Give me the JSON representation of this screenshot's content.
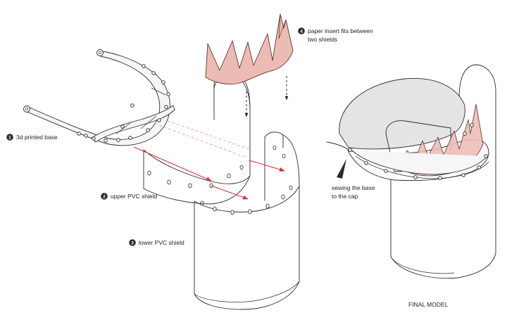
{
  "labels": {
    "base": "3d printed base",
    "upper": "upper PVC shield",
    "lower": "lower PVC shield",
    "insert_l1": "paper insert fits between",
    "insert_l2": "two shields",
    "sewing_l1": "sewing the base",
    "sewing_l2": "to the cap",
    "final": "FINAL MODEL"
  },
  "steps": {
    "one": "1",
    "two": "2",
    "three": "3",
    "four": "4"
  },
  "colors": {
    "paper_fill": "#ecbcb4",
    "paper_stroke": "#b06a5e",
    "arrow_red": "#d9323a",
    "dash_pink": "#ee9a9a",
    "cap_gray": "#e4e4e4",
    "line": "#2a2a2a"
  }
}
